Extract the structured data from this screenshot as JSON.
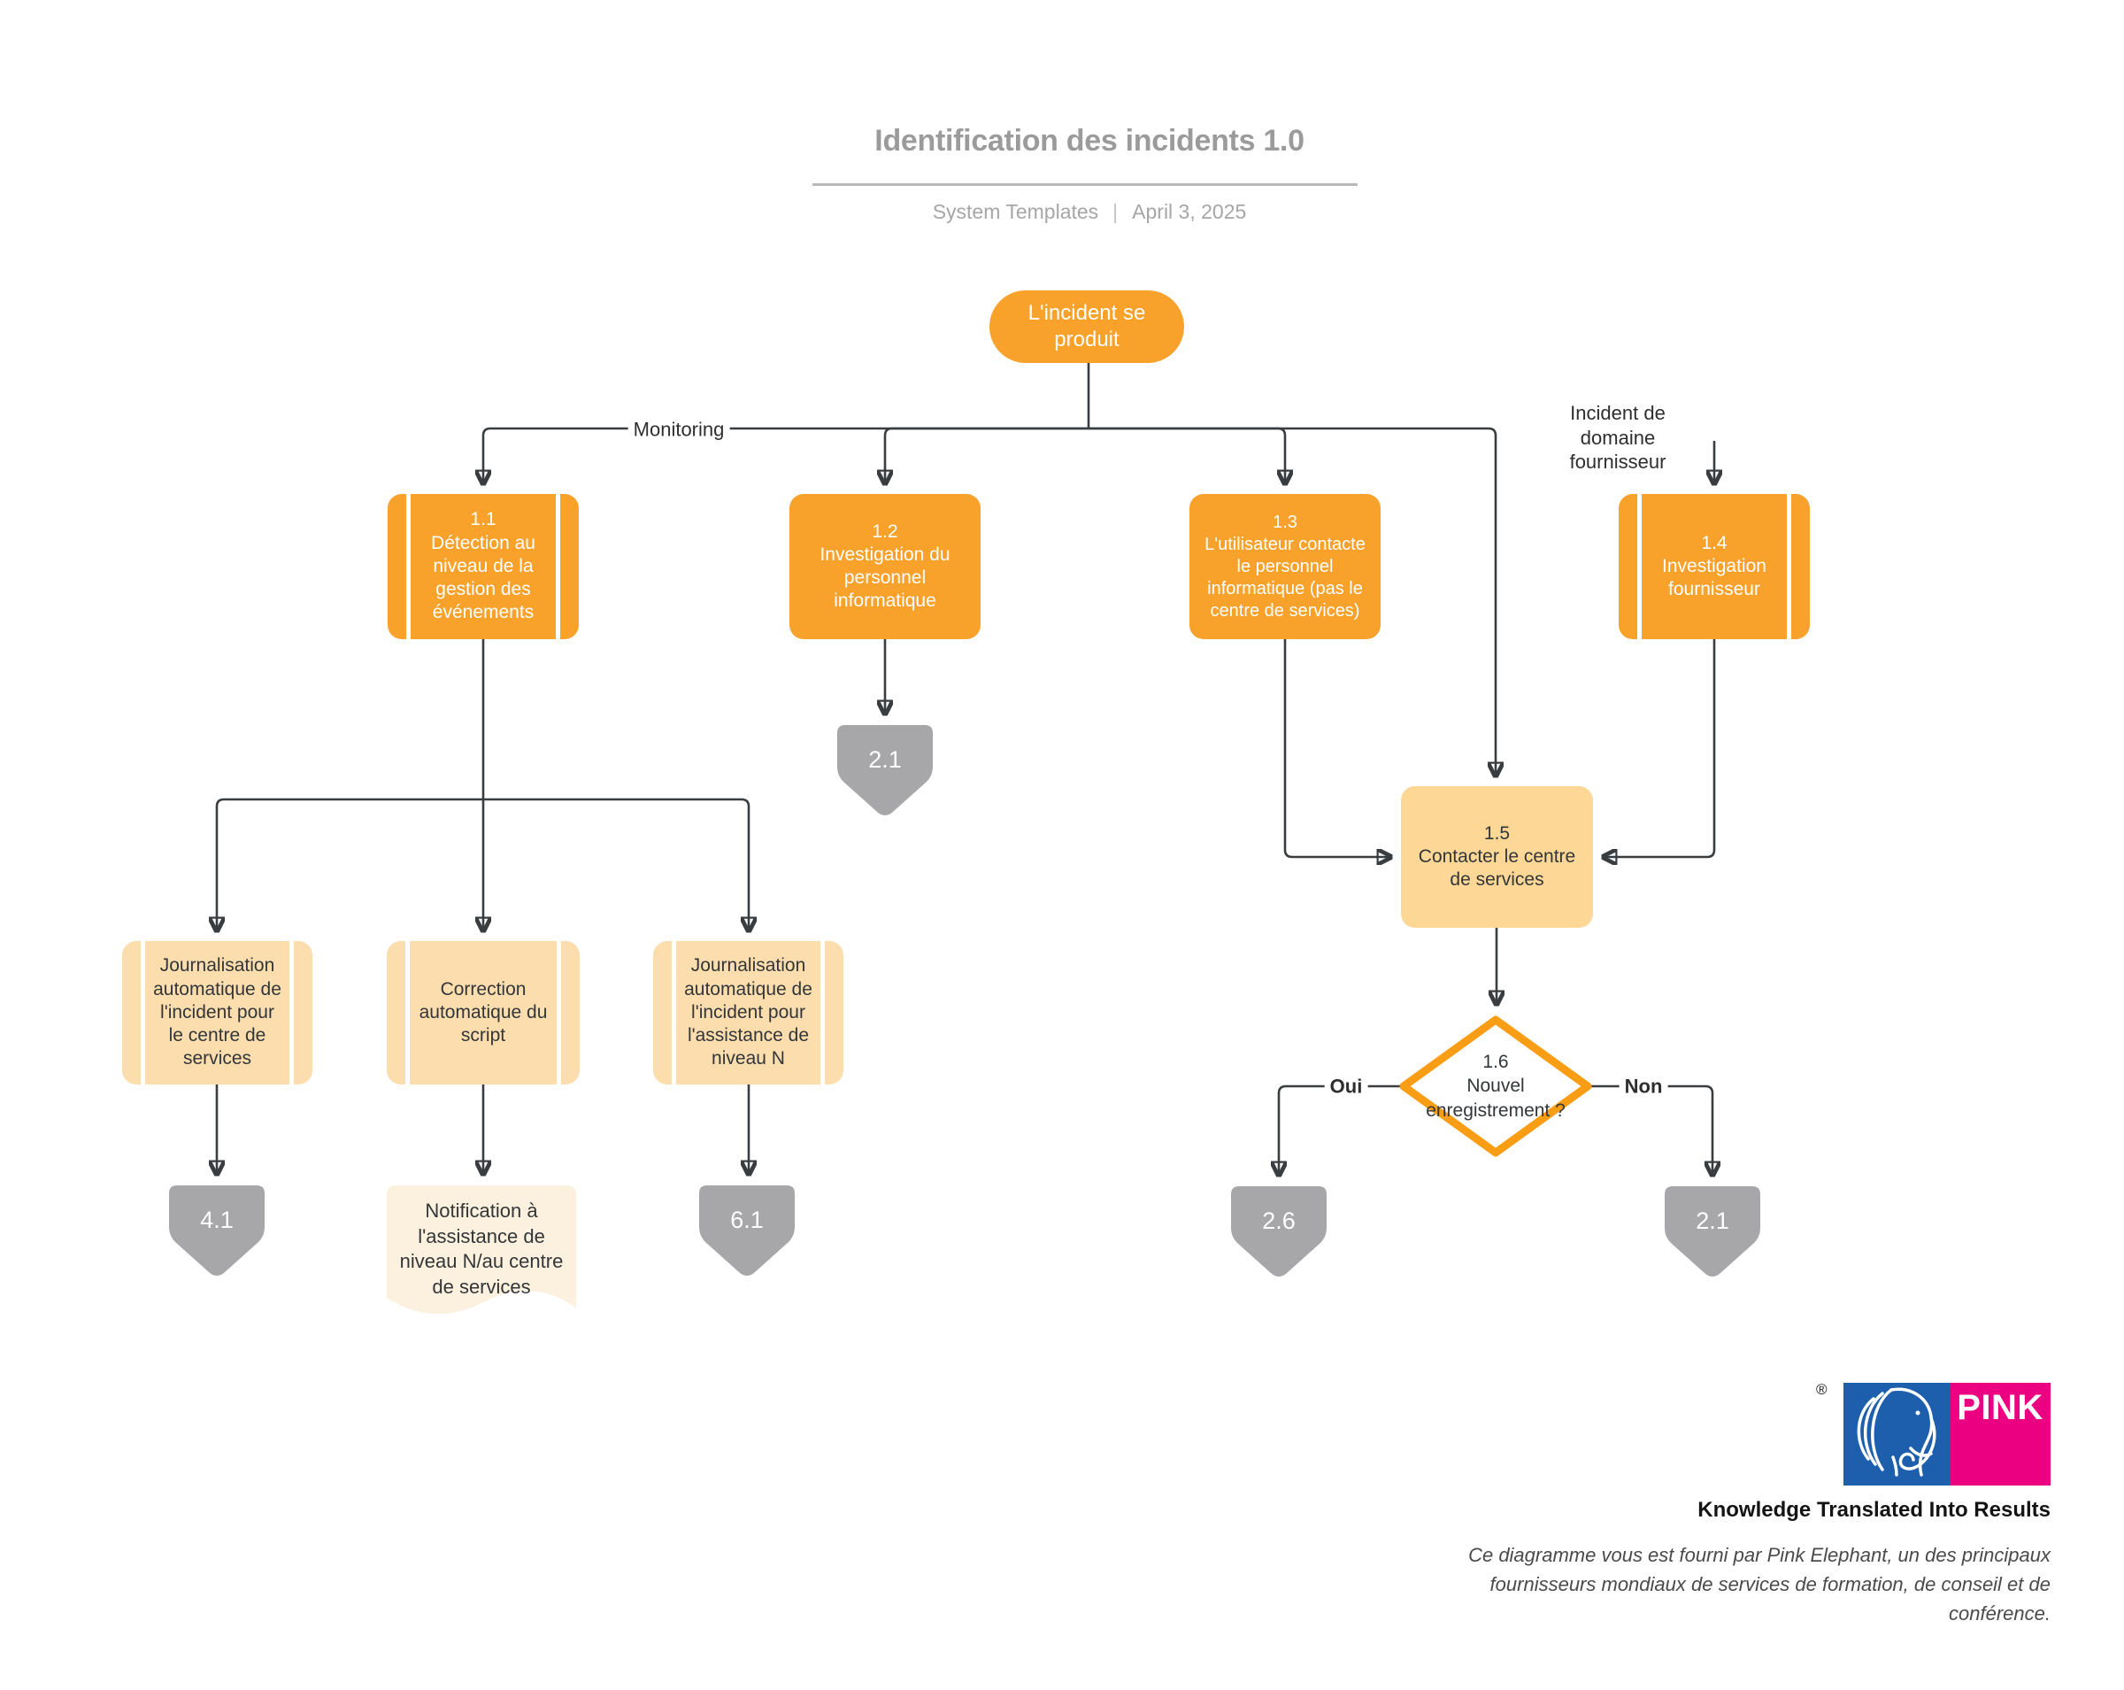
{
  "header": {
    "title": "Identification des incidents 1.0",
    "source": "System Templates",
    "divider": "|",
    "date": "April 3, 2025"
  },
  "labels": {
    "monitoring": "Monitoring",
    "supplier_incident": "Incident de domaine fournisseur",
    "yes": "Oui",
    "no": "Non"
  },
  "nodes": {
    "start": {
      "text": "L'incident se produit"
    },
    "step11": {
      "num": "1.1",
      "text": "Détection au niveau de la gestion des événements"
    },
    "step12": {
      "num": "1.2",
      "text": "Investigation du personnel informatique"
    },
    "step13": {
      "num": "1.3",
      "text": "L'utilisateur contacte le personnel informatique (pas le centre de services)"
    },
    "step14": {
      "num": "1.4",
      "text": "Investigation fournisseur"
    },
    "step15": {
      "num": "1.5",
      "text": "Contacter le centre de services"
    },
    "decision16": {
      "num": "1.6",
      "text": "Nouvel enregistrement ?"
    },
    "auto_log_service_desk": {
      "text": "Journalisation automatique de l'incident pour le centre de services"
    },
    "auto_script_fix": {
      "text": "Correction automatique du script"
    },
    "auto_log_level_n": {
      "text": "Journalisation automatique de l'incident pour l'assistance de niveau N"
    },
    "notification_doc": {
      "text": "Notification à l'assistance de niveau N/au centre de services"
    },
    "offpage_21_mid": {
      "text": "2.1"
    },
    "offpage_41": {
      "text": "4.1"
    },
    "offpage_61": {
      "text": "6.1"
    },
    "offpage_26": {
      "text": "2.6"
    },
    "offpage_21_right": {
      "text": "2.1"
    }
  },
  "branding": {
    "registered_mark": "®",
    "logo_word": "PINK",
    "tagline": "Knowledge Translated Into Results",
    "disclaimer": "Ce diagramme vous est fourni par Pink Elephant, un des principaux fournisseurs mondiaux de services de formation, de conseil et de conférence."
  },
  "colors": {
    "accent_orange": "#F8A12B",
    "light_orange": "#FCD795",
    "pale_orange": "#FBDDAE",
    "document_cream": "#FCF1DE",
    "connector_gray": "#A7A7AA",
    "line_gray": "#3A3D40",
    "logo_blue": "#1D5FAD",
    "logo_pink": "#EB0082"
  }
}
